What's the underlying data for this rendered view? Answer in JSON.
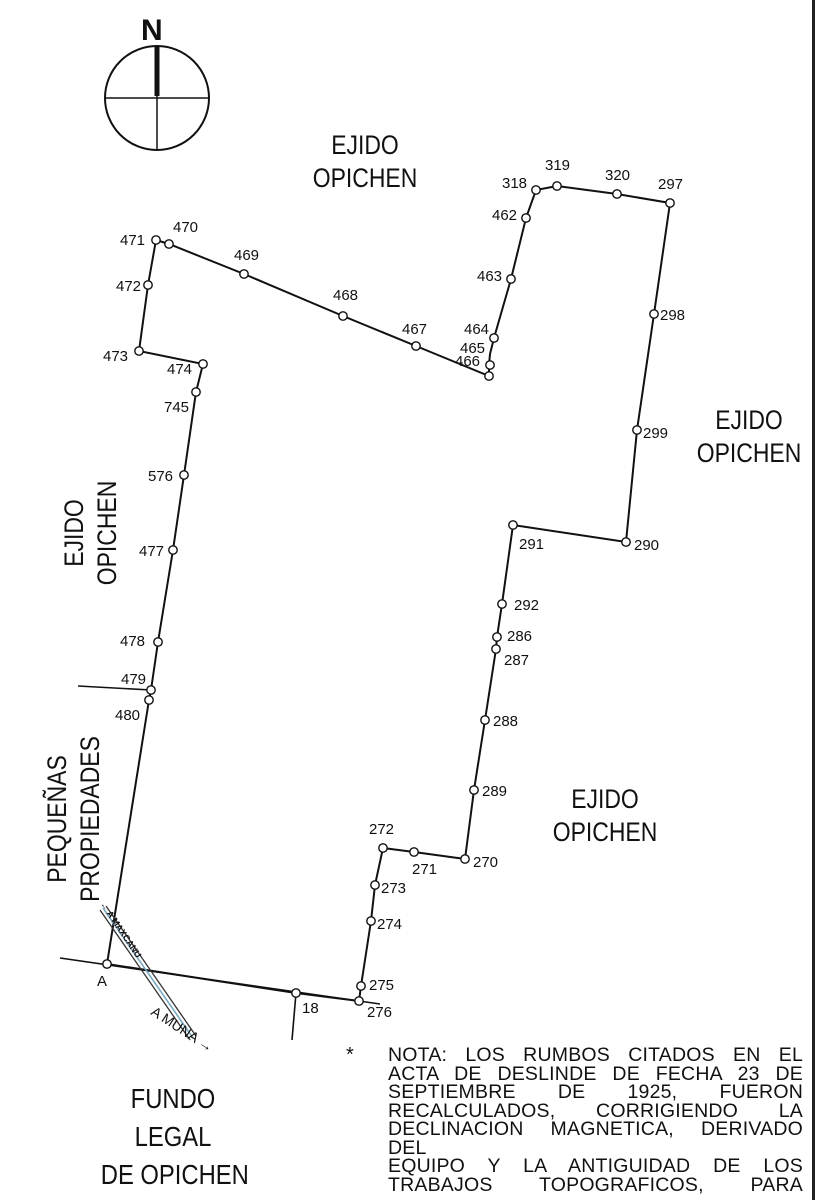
{
  "compass": {
    "letter": "N"
  },
  "regions": {
    "top": [
      "EJIDO",
      "OPICHEN"
    ],
    "right": [
      "EJIDO",
      "OPICHEN"
    ],
    "left": [
      "EJIDO",
      "OPICHEN"
    ],
    "bottom_right": [
      "EJIDO",
      "OPICHEN"
    ],
    "pequenas": [
      "PEQUEÑAS",
      "PROPIEDADES"
    ],
    "fundo": [
      "FUNDO",
      "LEGAL",
      "DE OPICHEN"
    ]
  },
  "roads": {
    "maxcanu": "← A MAXCANU",
    "muna": "A MUNA →"
  },
  "vertices": [
    {
      "id": "471"
    },
    {
      "id": "470"
    },
    {
      "id": "469"
    },
    {
      "id": "468"
    },
    {
      "id": "467"
    },
    {
      "id": "466"
    },
    {
      "id": "465"
    },
    {
      "id": "464"
    },
    {
      "id": "463"
    },
    {
      "id": "462"
    },
    {
      "id": "318"
    },
    {
      "id": "319"
    },
    {
      "id": "320"
    },
    {
      "id": "297"
    },
    {
      "id": "298"
    },
    {
      "id": "299"
    },
    {
      "id": "290"
    },
    {
      "id": "291"
    },
    {
      "id": "292"
    },
    {
      "id": "286"
    },
    {
      "id": "287"
    },
    {
      "id": "288"
    },
    {
      "id": "289"
    },
    {
      "id": "270"
    },
    {
      "id": "271"
    },
    {
      "id": "272"
    },
    {
      "id": "273"
    },
    {
      "id": "274"
    },
    {
      "id": "275"
    },
    {
      "id": "276"
    },
    {
      "id": "18"
    },
    {
      "id": "A"
    },
    {
      "id": "480"
    },
    {
      "id": "479"
    },
    {
      "id": "478"
    },
    {
      "id": "477"
    },
    {
      "id": "576"
    },
    {
      "id": "745"
    },
    {
      "id": "474"
    },
    {
      "id": "473"
    },
    {
      "id": "472"
    }
  ],
  "note": {
    "marker": "*",
    "lines": [
      "NOTA: LOS RUMBOS CITADOS EN EL",
      "ACTA DE DESLINDE DE FECHA 23 DE",
      "SEPTIEMBRE DE 1925, FUERON",
      "RECALCULADOS, CORRIGIENDO LA",
      "DECLINACION MAGNETICA, DERIVADO DEL",
      "EQUIPO Y LA ANTIGUIDAD DE LOS",
      "TRABAJOS TOPOGRAFICOS, PARA"
    ]
  }
}
